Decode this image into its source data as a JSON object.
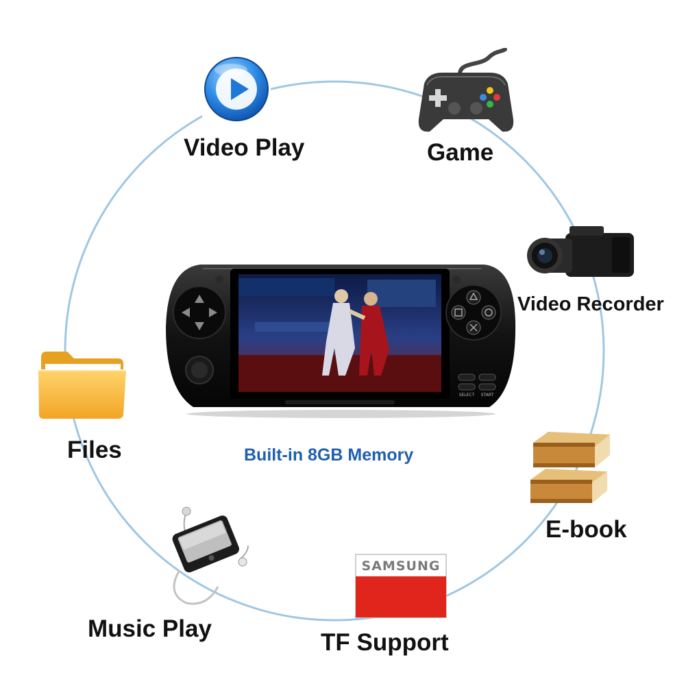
{
  "features": {
    "video_play": "Video Play",
    "game": "Game",
    "video_recorder": "Video Recorder",
    "files": "Files",
    "ebook": "E-book",
    "music_play": "Music Play",
    "tf_support": "TF Support"
  },
  "memory_caption": "Built-in 8GB Memory",
  "sd_card_brand": "SAMSUNG",
  "console_buttons": {
    "select": "SELECT",
    "start": "START"
  },
  "colors": {
    "ring": "#9ec7e4",
    "caption": "#1f5fae",
    "sd_card_red": "#e0251c",
    "folder": "#f5b534",
    "play_icon": "#1e78d6"
  },
  "icons": [
    "play-icon",
    "gamepad-icon",
    "camcorder-icon",
    "folder-icon",
    "books-icon",
    "sd-card-icon",
    "mp3-player-icon"
  ]
}
